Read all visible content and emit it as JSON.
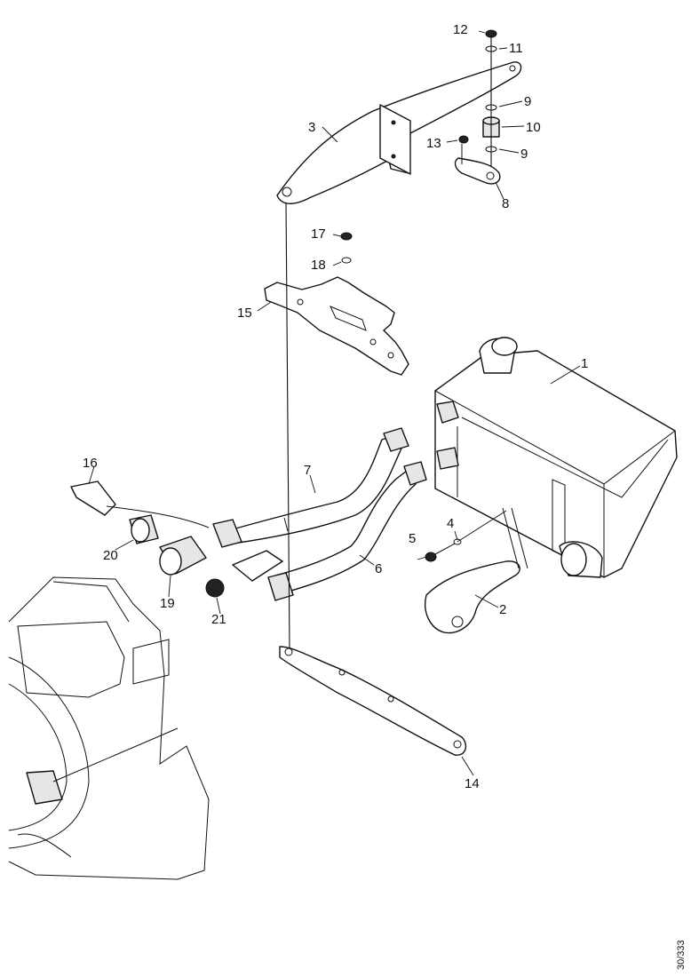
{
  "callouts": [
    {
      "id": "1",
      "text": "1"
    },
    {
      "id": "2",
      "text": "2"
    },
    {
      "id": "3",
      "text": "3"
    },
    {
      "id": "4",
      "text": "4"
    },
    {
      "id": "5",
      "text": "5"
    },
    {
      "id": "6",
      "text": "6"
    },
    {
      "id": "7",
      "text": "7"
    },
    {
      "id": "8",
      "text": "8"
    },
    {
      "id": "9a",
      "text": "9"
    },
    {
      "id": "9b",
      "text": "9"
    },
    {
      "id": "10",
      "text": "10"
    },
    {
      "id": "11",
      "text": "11"
    },
    {
      "id": "12",
      "text": "12"
    },
    {
      "id": "13",
      "text": "13"
    },
    {
      "id": "14",
      "text": "14"
    },
    {
      "id": "15",
      "text": "15"
    },
    {
      "id": "16",
      "text": "16"
    },
    {
      "id": "17",
      "text": "17"
    },
    {
      "id": "18",
      "text": "18"
    },
    {
      "id": "19",
      "text": "19"
    },
    {
      "id": "20",
      "text": "20"
    },
    {
      "id": "21",
      "text": "21"
    }
  ],
  "figure_reference": "30/333",
  "style": {
    "ink": "#111111",
    "paper": "#ffffff"
  }
}
